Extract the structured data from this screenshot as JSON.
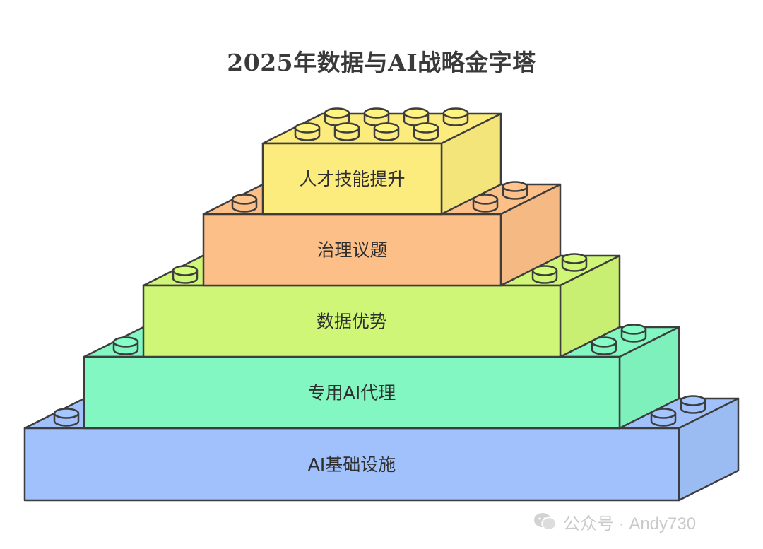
{
  "title": "2025年数据与AI战略金字塔",
  "layers": [
    {
      "label": "人才技能提升",
      "color": "#fcec7e"
    },
    {
      "label": "治理议题",
      "color": "#fdbf88"
    },
    {
      "label": "数据优势",
      "color": "#cff676"
    },
    {
      "label": "专用AI代理",
      "color": "#82f7c1"
    },
    {
      "label": "AI基础设施",
      "color": "#a0c1fb"
    }
  ],
  "watermark": {
    "icon": "wechat-icon",
    "text": "公众号 · Andy730"
  },
  "stroke_color": "#3d3d3d"
}
